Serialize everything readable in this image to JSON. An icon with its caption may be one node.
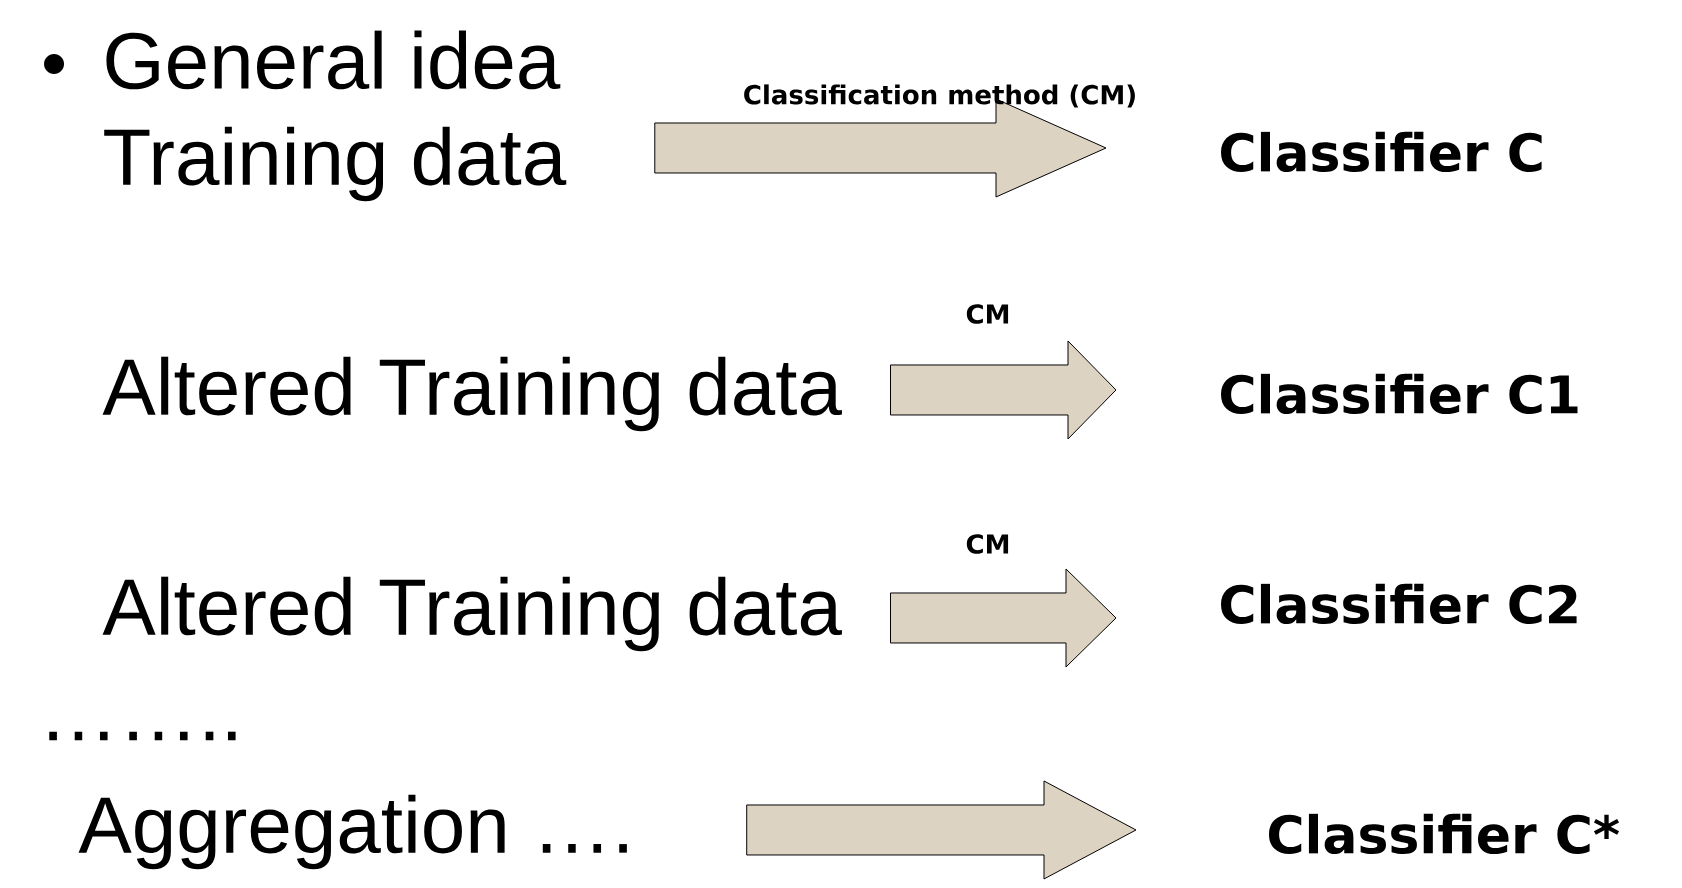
{
  "diagram": {
    "nodes": [
      {
        "text": [
          "Training data"
        ]
      },
      {
        "text": [
          "Classifier C"
        ]
      },
      {
        "text": [
          "Altered Training data"
        ]
      },
      {
        "text": [
          "Classifier C1"
        ]
      },
      {
        "text": [
          "Altered Training data"
        ]
      },
      {
        "text": [
          "Classifier C2"
        ]
      },
      {
        "text": [
          "Aggregation …."
        ]
      },
      {
        "text": [
          "Classifier C*"
        ]
      }
    ],
    "edges": [
      {
        "from": 0,
        "to": 1,
        "arrow": "to",
        "label": "Classification method (CM)"
      },
      {
        "from": 2,
        "to": 3,
        "arrow": "to",
        "label": "CM"
      },
      {
        "from": 4,
        "to": 5,
        "arrow": "to",
        "label": "CM"
      },
      {
        "from": 6,
        "to": 7,
        "arrow": "to"
      }
    ],
    "labels": [
      "General idea",
      "…….."
    ]
  }
}
